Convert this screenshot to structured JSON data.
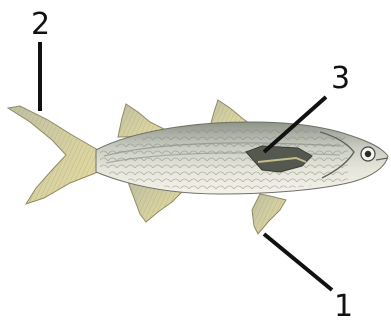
{
  "labels": {
    "label_1": "1",
    "label_2": "2",
    "label_3": "3"
  },
  "colors": {
    "body_silver": "#c9ccc2",
    "belly": "#f1efe6",
    "stripe": "#8c8f86",
    "fin_yellow": "#e2d79d",
    "leader": "#111111"
  }
}
